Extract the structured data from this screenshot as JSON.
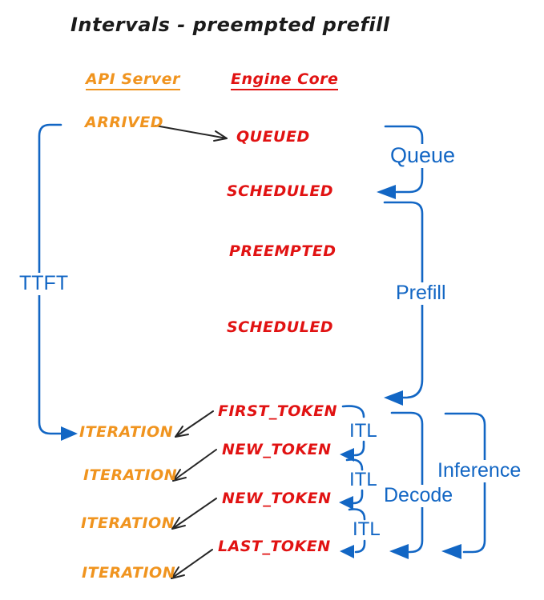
{
  "title": "Intervals - preempted prefill",
  "columns": {
    "api_server": "API Server",
    "engine_core": "Engine Core"
  },
  "events": {
    "arrived": "ARRIVED",
    "queued": "QUEUED",
    "scheduled1": "SCHEDULED",
    "preempted": "PREEMPTED",
    "scheduled2": "SCHEDULED",
    "first_token": "FIRST_TOKEN",
    "new_token1": "NEW_TOKEN",
    "new_token2": "NEW_TOKEN",
    "last_token": "LAST_TOKEN",
    "iteration1": "ITERATION",
    "iteration2": "ITERATION",
    "iteration3": "ITERATION",
    "iteration4": "ITERATION"
  },
  "intervals": {
    "ttft": "TTFT",
    "queue": "Queue",
    "prefill": "Prefill",
    "itl1": "ITL",
    "itl2": "ITL",
    "itl3": "ITL",
    "decode": "Decode",
    "inference": "Inference"
  },
  "colors": {
    "api_server_orange": "#F0941F",
    "engine_core_red": "#E11212",
    "interval_blue": "#1266C4",
    "ink_black": "#262626",
    "background": "#FFFFFF"
  }
}
